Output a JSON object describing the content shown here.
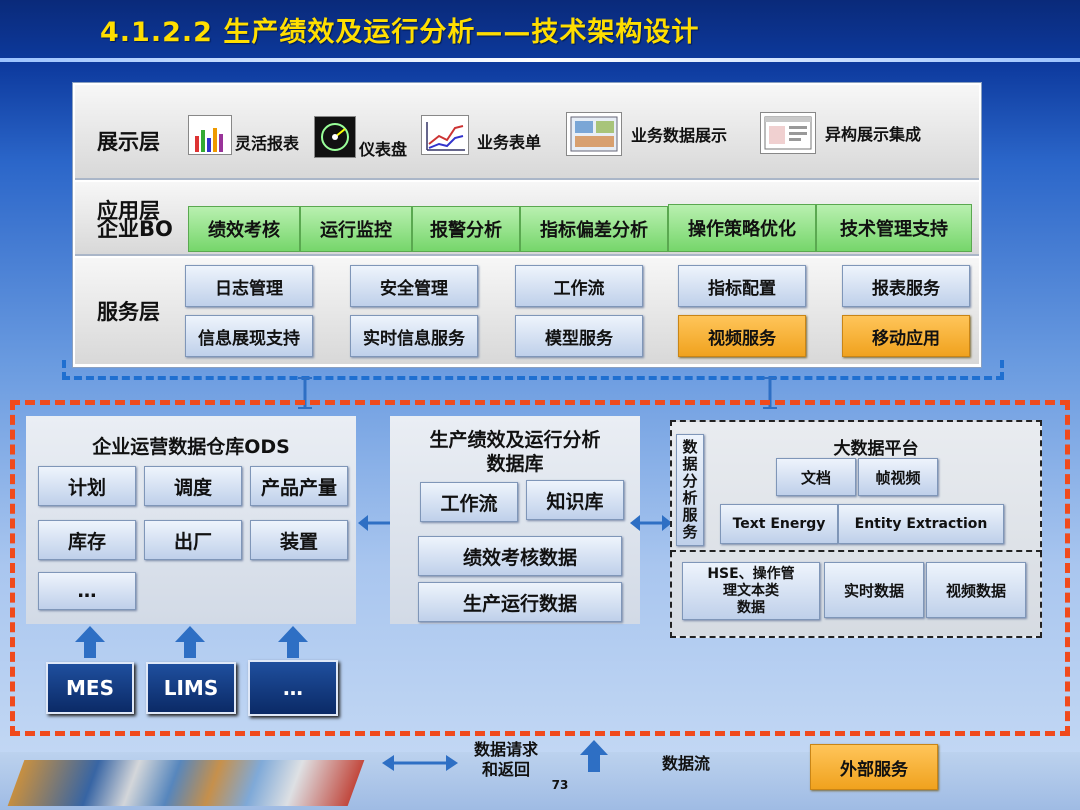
{
  "title": "4.1.2.2 生产绩效及运行分析——技术架构设计",
  "display_layer": {
    "label": "展示层",
    "items": [
      "灵活报表",
      "仪表盘",
      "业务表单",
      "业务数据展示",
      "异构展示集成"
    ]
  },
  "app_layer": {
    "label_line1": "应用层",
    "label_line2": "企业BO",
    "items": [
      "绩效考核",
      "运行监控",
      "报警分析",
      "指标偏差分析",
      "操作策略优化",
      "技术管理支持"
    ]
  },
  "service_layer": {
    "label": "服务层",
    "row1": [
      "日志管理",
      "安全管理",
      "工作流",
      "指标配置",
      "报表服务"
    ],
    "row2": [
      "信息展现支持",
      "实时信息服务",
      "模型服务",
      "视频服务",
      "移动应用"
    ]
  },
  "ods": {
    "title": "企业运营数据仓库ODS",
    "items": [
      "计划",
      "调度",
      "产品产量",
      "库存",
      "出厂",
      "装置",
      "…"
    ]
  },
  "perf_db": {
    "title_line1": "生产绩效及运行分析",
    "title_line2": "数据库",
    "items": [
      "工作流",
      "知识库",
      "绩效考核数据",
      "生产运行数据"
    ]
  },
  "analysis_service": {
    "chars": [
      "数",
      "据",
      "分",
      "析",
      "服",
      "务"
    ]
  },
  "bigdata": {
    "title": "大数据平台",
    "row1": [
      "文档",
      "帧视频"
    ],
    "row2": [
      "Text Energy",
      "Entity Extraction"
    ],
    "row3_line1": "HSE、操作管",
    "row3_line2": "理文本类",
    "row3_line3": "数据",
    "row3_b": "实时数据",
    "row3_c": "视频数据"
  },
  "sources": [
    "MES",
    "LIMS",
    "…"
  ],
  "legend": {
    "request_line1": "数据请求",
    "request_line2": "和返回",
    "flow": "数据流",
    "external": "外部服务",
    "page_number": "73"
  },
  "colors": {
    "title": "#ffde00",
    "green_button": "#76d66b",
    "blue_button": "#bfd0ea",
    "orange_button": "#f0a21e",
    "red_dashed_border": "#f04a1c",
    "blue_dashed_border": "#1f6fd0",
    "arrow_blue": "#2e6fc4",
    "source_box": "#0b2a66"
  }
}
